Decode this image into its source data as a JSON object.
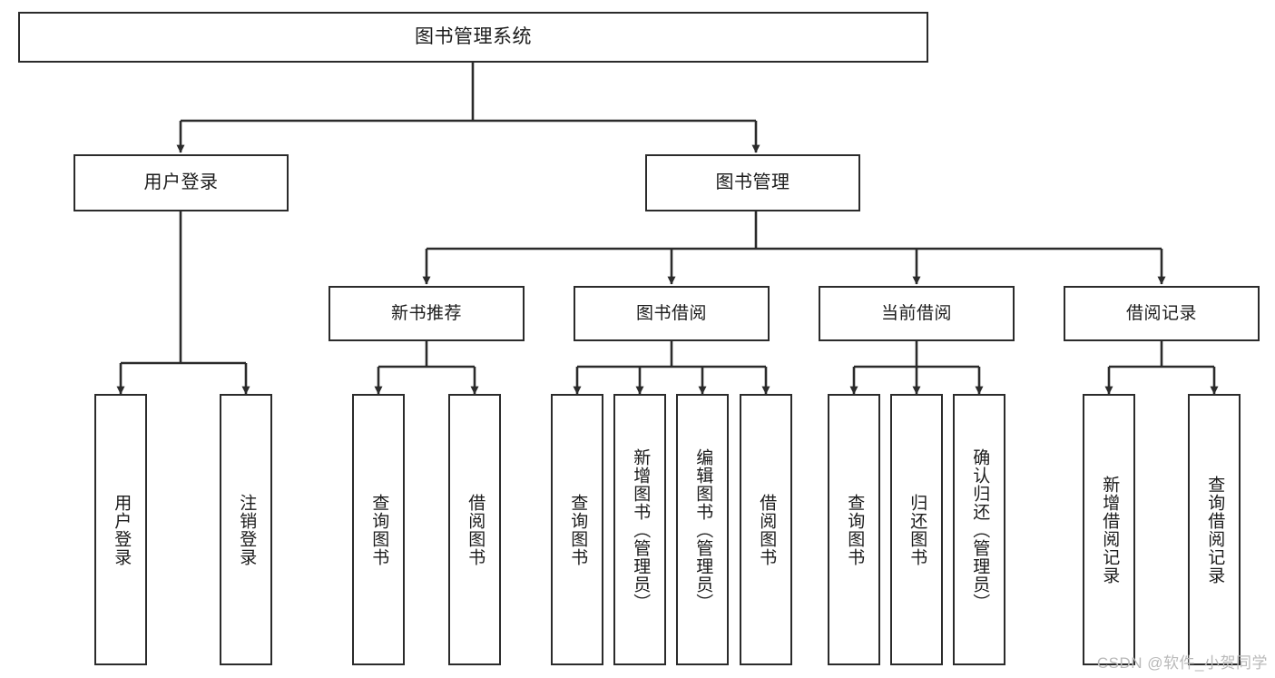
{
  "diagram": {
    "type": "tree",
    "title": "图书管理系统",
    "orientation": "top-down",
    "colors": {
      "node_border": "#2b2b2b",
      "node_fill": "#ffffff",
      "edge": "#2b2b2b",
      "text": "#1b1b1b",
      "watermark": "#b9b9b9"
    },
    "root": {
      "id": "root",
      "label": "图书管理系统"
    },
    "level2": [
      {
        "id": "user-login",
        "label": "用户登录"
      },
      {
        "id": "book-manage",
        "label": "图书管理"
      }
    ],
    "level3": [
      {
        "id": "new-book-rec",
        "label": "新书推荐",
        "parent": "book-manage"
      },
      {
        "id": "book-borrow",
        "label": "图书借阅",
        "parent": "book-manage"
      },
      {
        "id": "current-borrow",
        "label": "当前借阅",
        "parent": "book-manage"
      },
      {
        "id": "borrow-record",
        "label": "借阅记录",
        "parent": "book-manage"
      }
    ],
    "leaves": [
      {
        "id": "leaf-user-login",
        "label": "用户登录",
        "parent": "user-login"
      },
      {
        "id": "leaf-logout",
        "label": "注销登录",
        "parent": "user-login"
      },
      {
        "id": "leaf-query-book-1",
        "label": "查询图书",
        "parent": "new-book-rec"
      },
      {
        "id": "leaf-borrow-book-1",
        "label": "借阅图书",
        "parent": "new-book-rec"
      },
      {
        "id": "leaf-query-book-2",
        "label": "查询图书",
        "parent": "book-borrow"
      },
      {
        "id": "leaf-add-book",
        "label": "新增图书（管理员）",
        "parent": "book-borrow"
      },
      {
        "id": "leaf-edit-book",
        "label": "编辑图书（管理员）",
        "parent": "book-borrow"
      },
      {
        "id": "leaf-borrow-book-2",
        "label": "借阅图书",
        "parent": "book-borrow"
      },
      {
        "id": "leaf-query-book-3",
        "label": "查询图书",
        "parent": "current-borrow"
      },
      {
        "id": "leaf-return-book",
        "label": "归还图书",
        "parent": "current-borrow"
      },
      {
        "id": "leaf-confirm-return",
        "label": "确认归还（管理员）",
        "parent": "current-borrow"
      },
      {
        "id": "leaf-add-record",
        "label": "新增借阅记录",
        "parent": "borrow-record"
      },
      {
        "id": "leaf-query-record",
        "label": "查询借阅记录",
        "parent": "borrow-record"
      }
    ]
  },
  "watermark": {
    "text": "CSDN @软件_小贺同学"
  }
}
